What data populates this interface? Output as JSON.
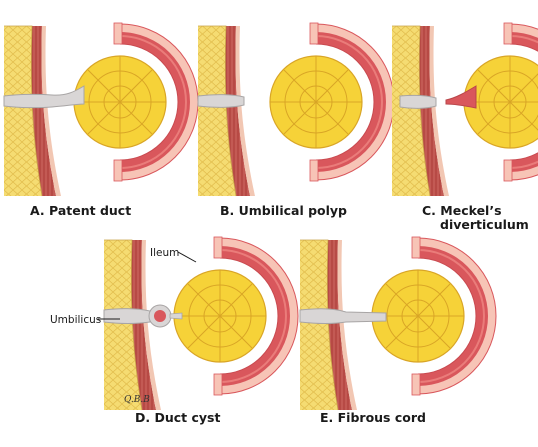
{
  "panels": [
    {
      "id": "a",
      "caption": "A. Patent duct"
    },
    {
      "id": "b",
      "caption": "B. Umbilical polyp"
    },
    {
      "id": "c",
      "caption_line1": "C. Meckel’s",
      "caption_line2": "diverticulum"
    },
    {
      "id": "d",
      "caption": "D. Duct cyst"
    },
    {
      "id": "e",
      "caption": "E. Fibrous cord"
    }
  ],
  "labels": {
    "ileum": "Ileum",
    "umbilicus": "Umbilicus"
  },
  "signature": "Q.B.B",
  "colors": {
    "fat": "#f5dc72",
    "fat_cell": "#e9c453",
    "muscle": "#b74a45",
    "muscle_light": "#d47870",
    "skin": "#f2c7b3",
    "duct": "#d9d6d6",
    "duct_edge": "#a8a5a5",
    "bowel_outer": "#f7c4b6",
    "bowel_wall": "#d9575c",
    "bowel_wall_light": "#ea7c7a",
    "mucosa_yellow": "#f6d238",
    "mucosa_edge": "#d9a526"
  }
}
